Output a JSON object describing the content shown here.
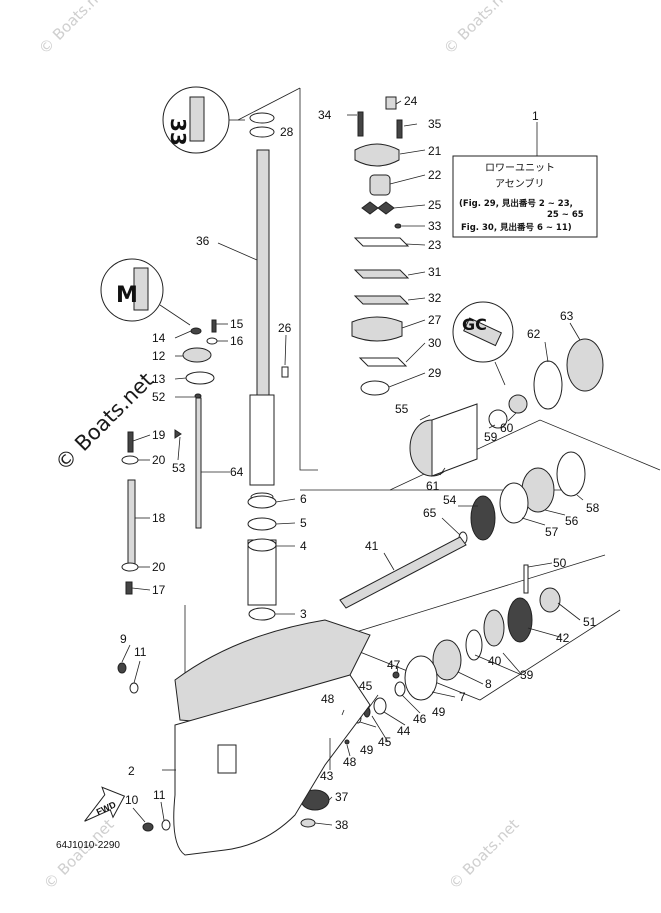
{
  "title_box": {
    "line1": "ロワーユニット",
    "line2": "アセンブリ",
    "line3": "(Fig. 29, 見出番号 2 ~ 23,",
    "line4": "25 ~ 65",
    "line5": "Fig. 30, 見出番号 6 ~ 11)"
  },
  "diagram_code": "64J1010-2290",
  "fwd_label": "FWD",
  "watermarks": {
    "small": "© Boats.net",
    "large": "© Boats.net"
  },
  "callouts": [
    "1",
    "2",
    "3",
    "4",
    "5",
    "6",
    "7",
    "8",
    "9",
    "10",
    "11",
    "12",
    "13",
    "14",
    "15",
    "16",
    "17",
    "18",
    "19",
    "20",
    "21",
    "22",
    "23",
    "24",
    "25",
    "26",
    "27",
    "28",
    "29",
    "30",
    "31",
    "32",
    "33",
    "34",
    "35",
    "36",
    "37",
    "38",
    "39",
    "40",
    "41",
    "42",
    "43",
    "44",
    "45",
    "46",
    "47",
    "48",
    "49",
    "50",
    "51",
    "52",
    "53",
    "54",
    "55",
    "56",
    "57",
    "58",
    "59",
    "60",
    "61",
    "62",
    "63",
    "64",
    "65"
  ]
}
